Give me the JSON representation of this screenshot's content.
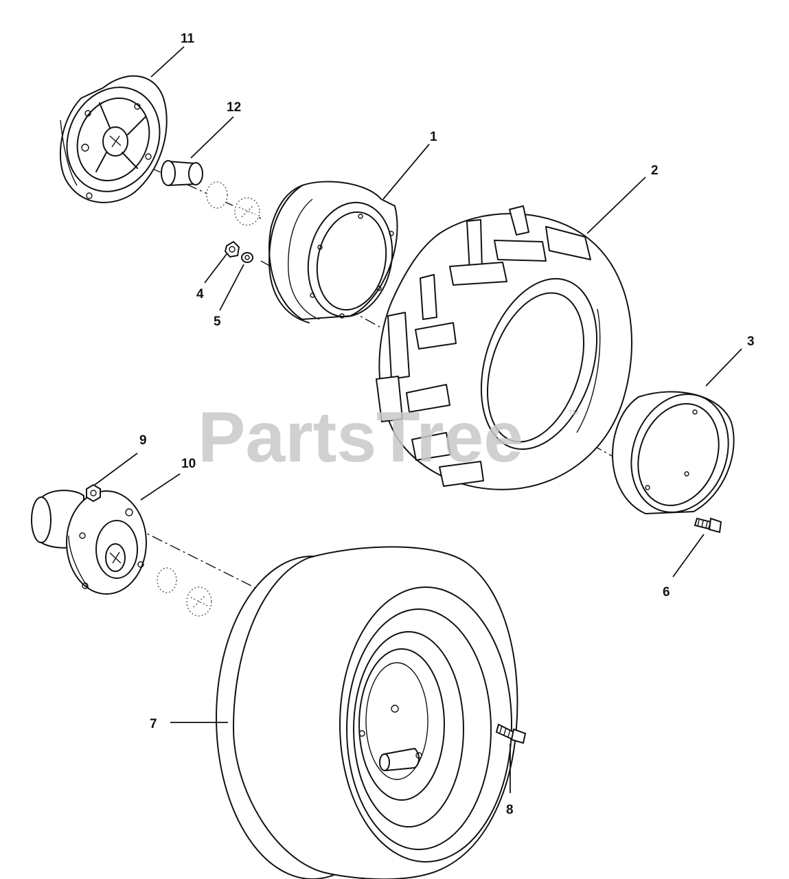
{
  "watermark": {
    "text": "PartsTree",
    "mark": "TM"
  },
  "callouts": [
    {
      "id": "1",
      "label": "1"
    },
    {
      "id": "2",
      "label": "2"
    },
    {
      "id": "3",
      "label": "3"
    },
    {
      "id": "4",
      "label": "4"
    },
    {
      "id": "5",
      "label": "5"
    },
    {
      "id": "6",
      "label": "6"
    },
    {
      "id": "7",
      "label": "7"
    },
    {
      "id": "8",
      "label": "8"
    },
    {
      "id": "9",
      "label": "9"
    },
    {
      "id": "10",
      "label": "10"
    },
    {
      "id": "11",
      "label": "11"
    },
    {
      "id": "12",
      "label": "12"
    }
  ]
}
